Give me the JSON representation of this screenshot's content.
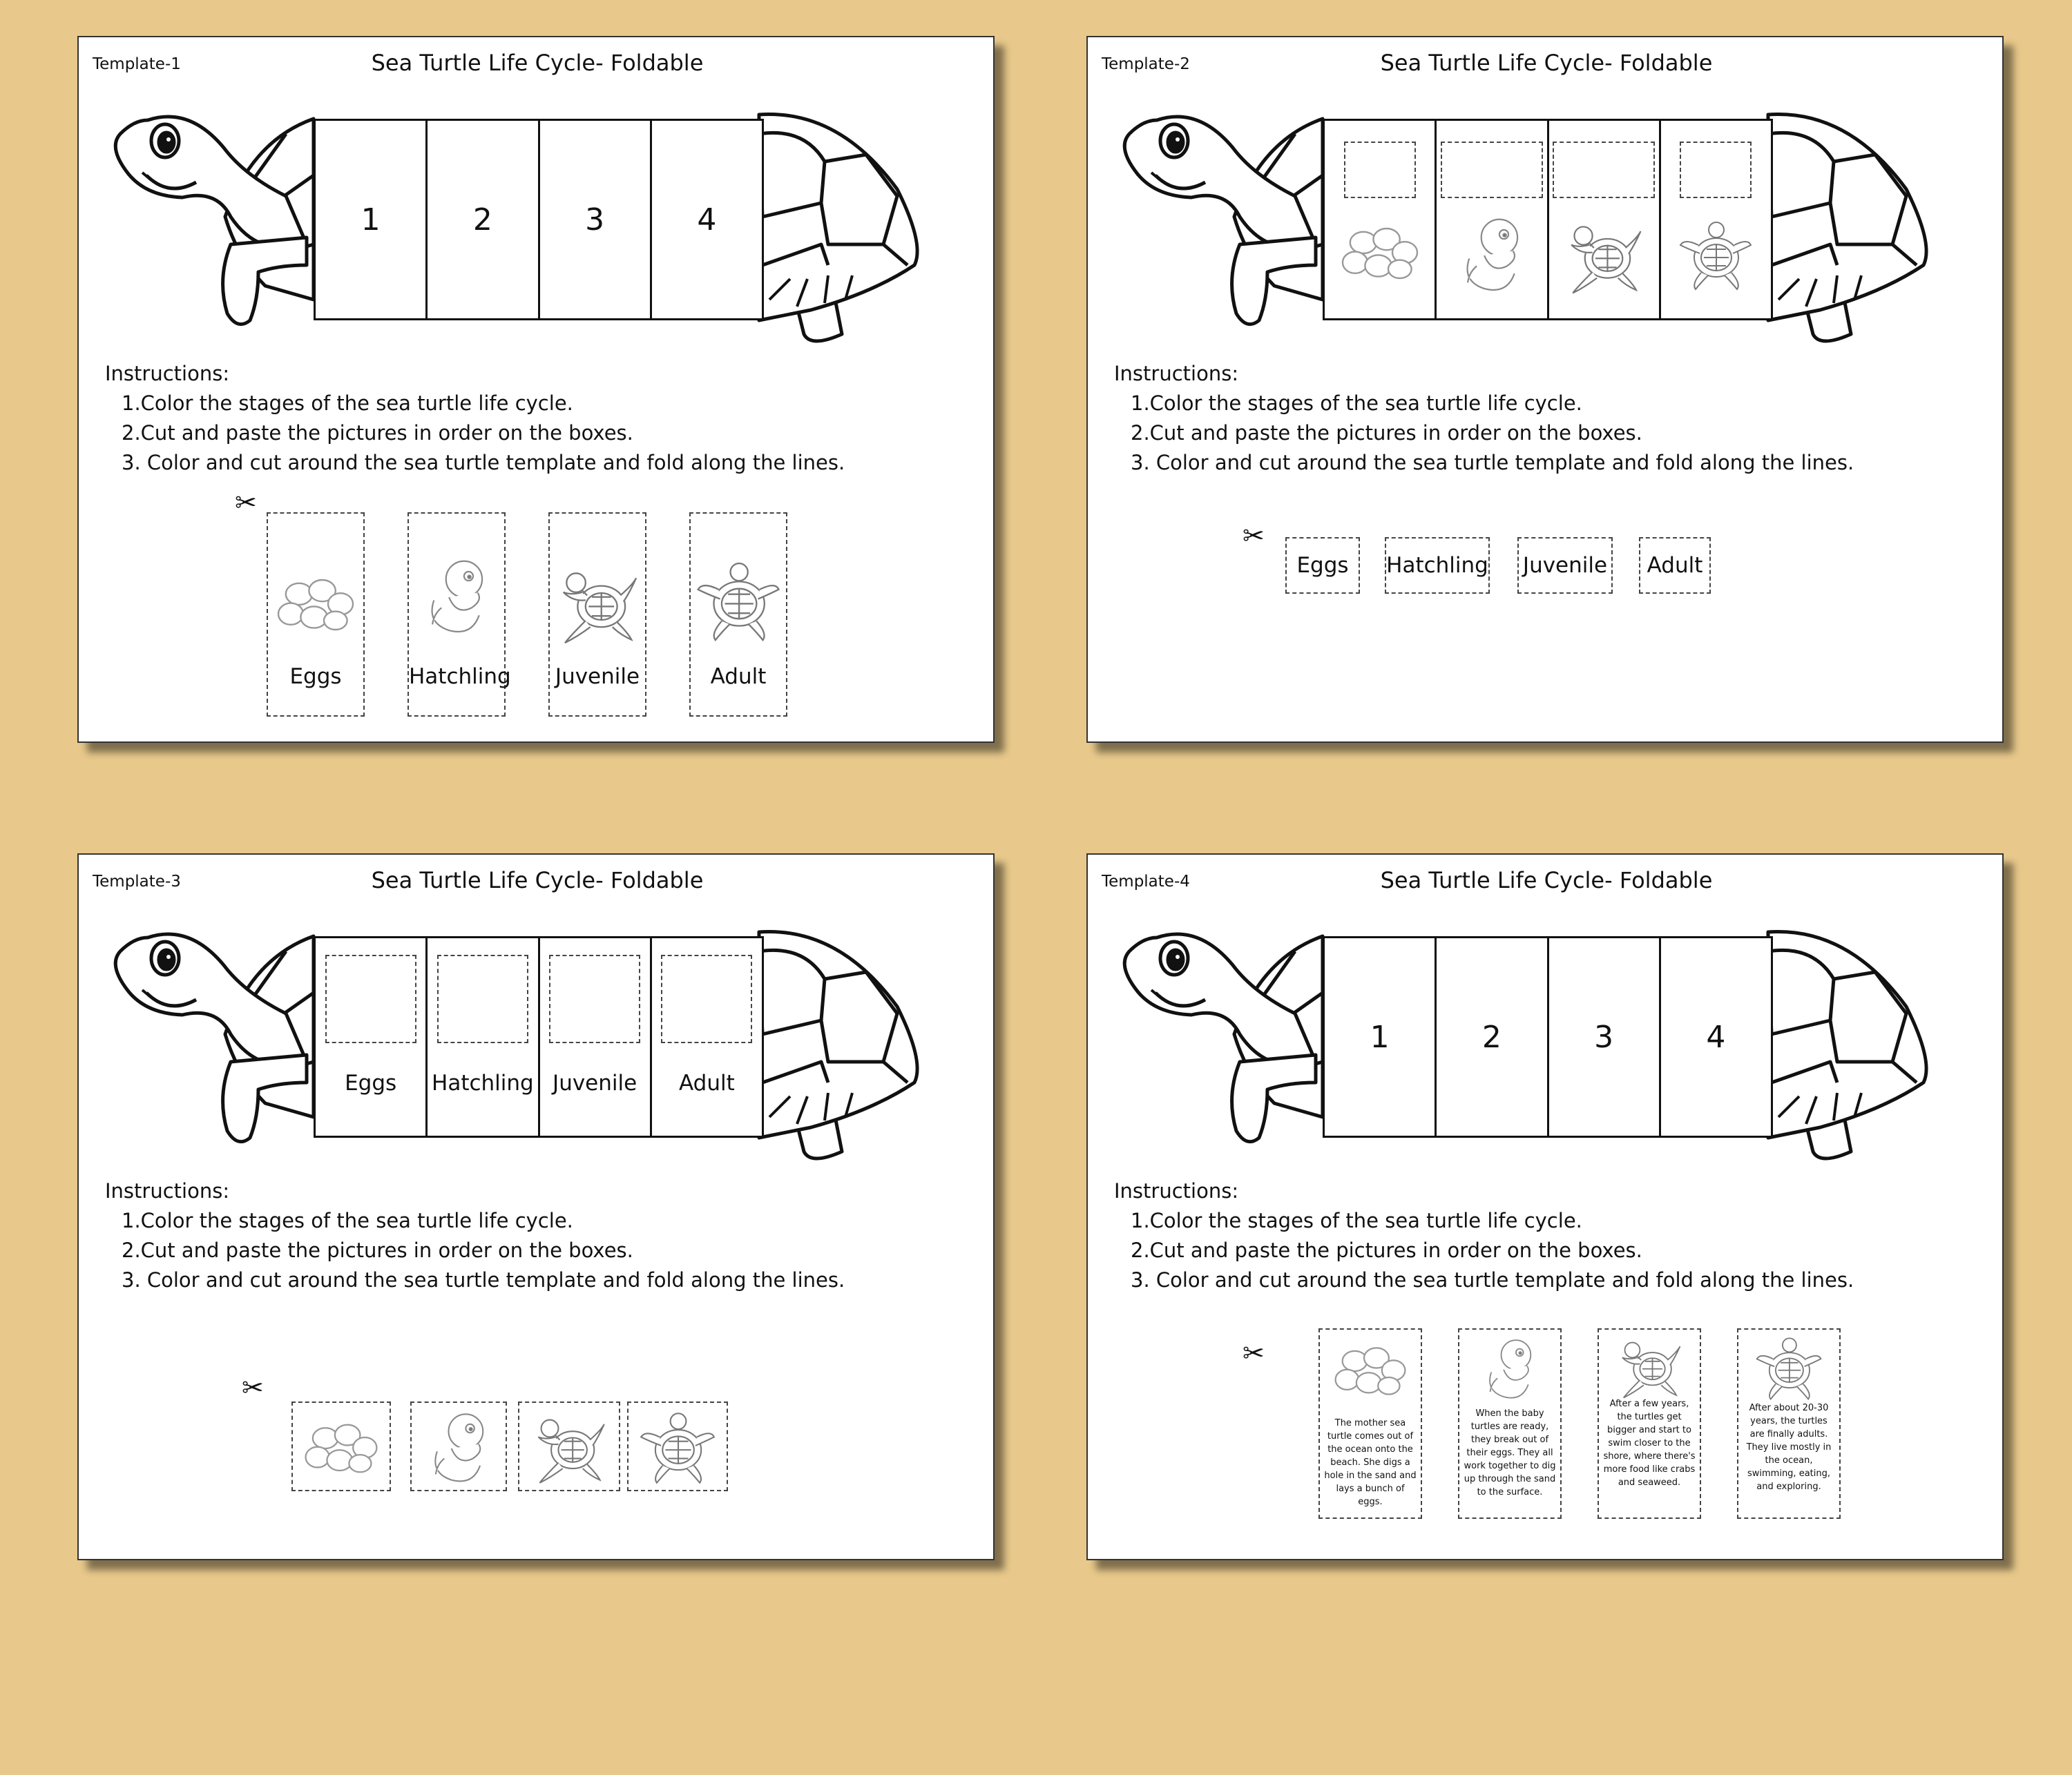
{
  "page": {
    "background": "#e8c98b",
    "card_background": "#ffffff"
  },
  "title": "Sea Turtle Life Cycle- Foldable",
  "instructions": {
    "heading": "Instructions:",
    "steps": [
      "1.Color the stages of the sea turtle life cycle.",
      "2.Cut and paste the pictures in order on the boxes.",
      "3.  Color and cut around the sea turtle template and fold along the lines."
    ]
  },
  "stages": [
    "Eggs",
    "Hatchling",
    "Juvenile",
    "Adult"
  ],
  "numbers": [
    "1",
    "2",
    "3",
    "4"
  ],
  "scissors_icon": "✂",
  "templates": [
    {
      "label": "Template-1"
    },
    {
      "label": "Template-2"
    },
    {
      "label": "Template-3"
    },
    {
      "label": "Template-4"
    }
  ],
  "descriptions": [
    "The mother sea turtle comes out of the ocean onto the beach. She digs a hole in the sand and lays a bunch of eggs.",
    "When the baby turtles are ready, they break out of their eggs. They all work together to dig up through the sand to the surface.",
    "After a few years, the turtles get bigger and start to swim closer to the shore, where there's more food like crabs and seaweed.",
    "After about 20-30 years, the turtles are finally adults. They live mostly in the ocean, swimming, eating, and exploring."
  ]
}
